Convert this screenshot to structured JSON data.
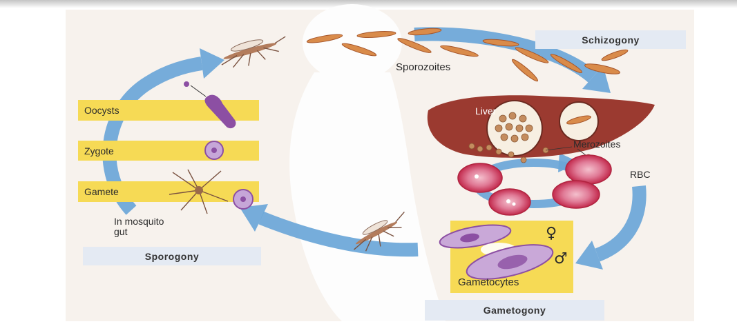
{
  "labels": {
    "schizogony": "Schizogony",
    "sporozoites": "Sporozoites",
    "liver": "Liver",
    "merozoites": "Merozoites",
    "rbc": "RBC",
    "oocysts": "Oocysts",
    "zygote": "Zygote",
    "gamete": "Gamete",
    "mosquito_gut": [
      "In mosquito",
      "gut"
    ],
    "sporogony": "Sporogony",
    "gametocytes": "Gametocytes",
    "female_symbol": "♀",
    "male_symbol": "♂",
    "gametogony": "Gametogony"
  },
  "colors": {
    "arrow": "#6aa6d8",
    "phase_box": "#e4eaf3",
    "stage_box": "#f6da55",
    "liver": "#9b3a30",
    "rbc": "#c8324f",
    "parasite": "#8c4fa3",
    "sporozoite": "#d98b4a"
  }
}
